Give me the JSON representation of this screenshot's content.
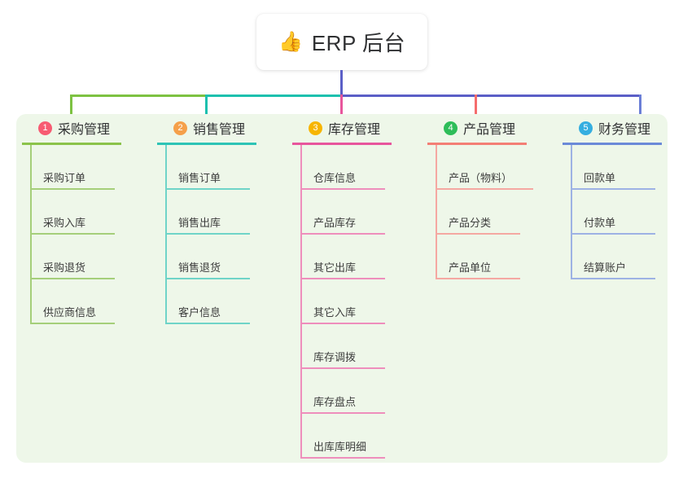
{
  "root": {
    "icon": "thumbs-up-icon",
    "emoji": "👍",
    "title": "ERP 后台"
  },
  "palette": {
    "panel_bg": "#eef7e9",
    "page_bg": "#ffffff",
    "root_text": "#303133",
    "connector_root": "#5b5fc7",
    "connector_green": "#7dc242",
    "connector_teal": "#1dc0ae",
    "connector_pink": "#e8559c",
    "connector_red": "#f56c6c",
    "connector_blue": "#6b7fd7"
  },
  "columns": [
    {
      "number": "1",
      "title": "采购管理",
      "badge_color": "#f75b72",
      "line_color": "#8bc34a",
      "items": [
        {
          "label": "采购订单"
        },
        {
          "label": "采购入库"
        },
        {
          "label": "采购退货"
        },
        {
          "label": "供应商信息"
        }
      ]
    },
    {
      "number": "2",
      "title": "销售管理",
      "badge_color": "#f5a04a",
      "line_color": "#2ec4b6",
      "items": [
        {
          "label": "销售订单"
        },
        {
          "label": "销售出库"
        },
        {
          "label": "销售退货"
        },
        {
          "label": "客户信息"
        }
      ]
    },
    {
      "number": "3",
      "title": "库存管理",
      "badge_color": "#f7b500",
      "line_color": "#e8559c",
      "items": [
        {
          "label": "仓库信息"
        },
        {
          "label": "产品库存"
        },
        {
          "label": "其它出库"
        },
        {
          "label": "其它入库"
        },
        {
          "label": "库存调拨"
        },
        {
          "label": "库存盘点"
        },
        {
          "label": "出库库明细"
        }
      ]
    },
    {
      "number": "4",
      "title": "产品管理",
      "badge_color": "#2ebd59",
      "line_color": "#f37e75",
      "items": [
        {
          "label": "产品（物料）"
        },
        {
          "label": "产品分类"
        },
        {
          "label": "产品单位"
        }
      ]
    },
    {
      "number": "5",
      "title": "财务管理",
      "badge_color": "#35aee0",
      "line_color": "#6b8ad8",
      "items": [
        {
          "label": "回款单"
        },
        {
          "label": "付款单"
        },
        {
          "label": "结算账户"
        }
      ]
    }
  ]
}
